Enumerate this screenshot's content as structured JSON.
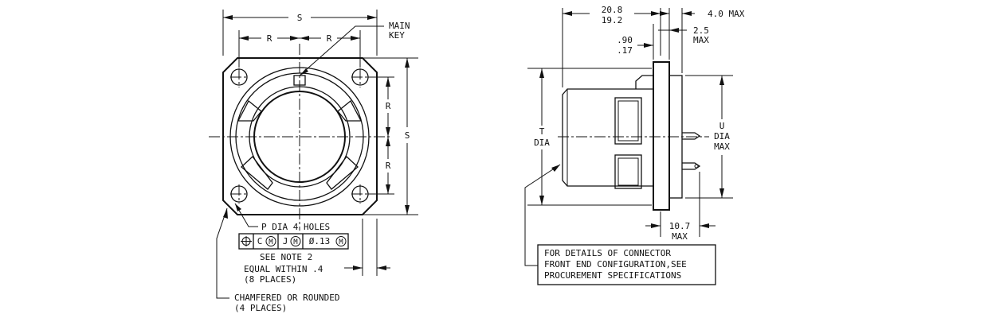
{
  "front_view": {
    "dim_s_top": "S",
    "dim_s_right": "S",
    "dim_r_left": "R",
    "dim_r_right": "R",
    "dim_r_upper": "R",
    "dim_r_lower": "R",
    "main_key_line1": "MAIN",
    "main_key_line2": "KEY",
    "holes_note": "P DIA 4 HOLES",
    "fcf": {
      "symbol": "⌖",
      "datum1": "C",
      "mod1": "M",
      "datum2": "J",
      "mod2": "M",
      "tolerance": "Ø.13",
      "mod3": "M"
    },
    "see_note": "SEE NOTE 2",
    "equal_line1": "EQUAL WITHIN .4",
    "equal_line2": "(8 PLACES)",
    "chamfer_line1": "CHAMFERED OR ROUNDED",
    "chamfer_line2": "(4 PLACES)"
  },
  "side_view": {
    "dim_top_1": "20.8",
    "dim_top_2": "19.2",
    "dim_90": ".90",
    "dim_17": ".17",
    "dim_40": "4.0 MAX",
    "dim_25": "2.5",
    "dim_25_max": "MAX",
    "t_label": "T",
    "t_dia": "DIA",
    "u_label": "U",
    "u_dia": "DIA",
    "u_max": "MAX",
    "dim_107": "10.7",
    "dim_107_max": "MAX",
    "note_line1": "FOR DETAILS OF CONNECTOR",
    "note_line2": "FRONT END CONFIGURATION,SEE",
    "note_line3": "PROCUREMENT SPECIFICATIONS"
  }
}
